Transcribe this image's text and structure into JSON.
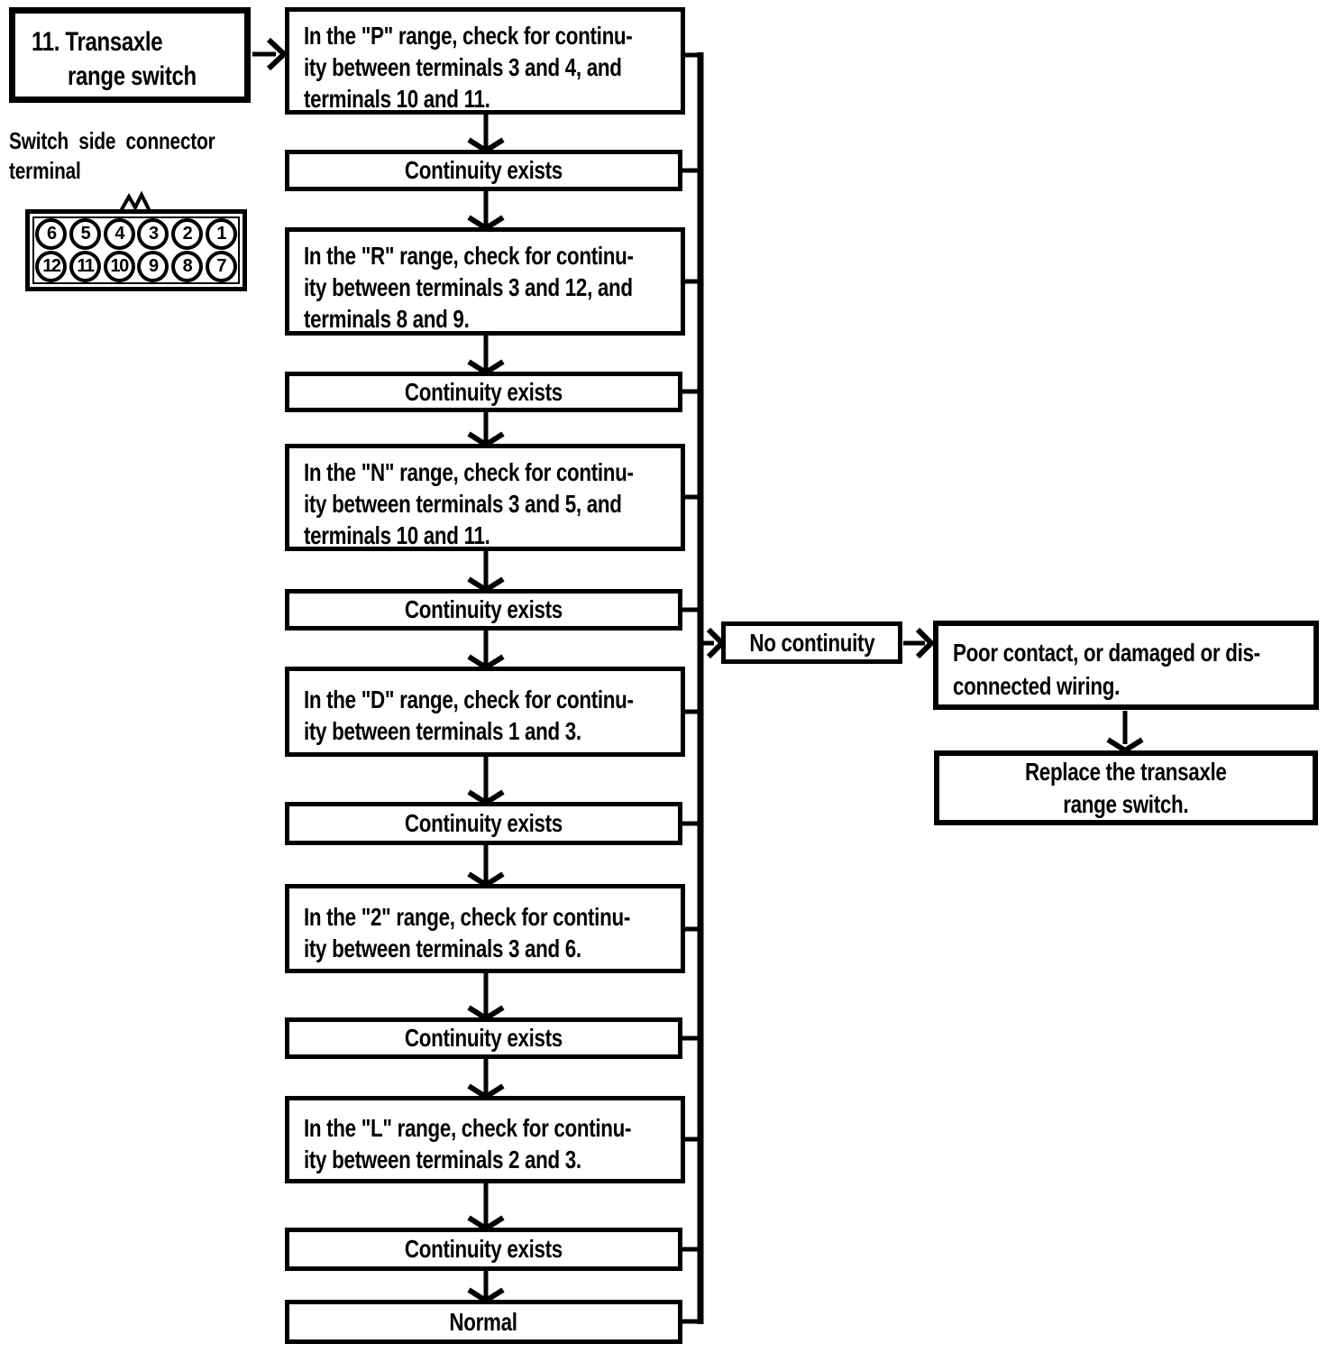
{
  "colors": {
    "ink": "#000000",
    "paper": "#ffffff"
  },
  "title_box": {
    "line1": "11. Transaxle",
    "line2": "range switch"
  },
  "connector_label": {
    "line1": "Switch side connector",
    "line2": "terminal"
  },
  "connector": {
    "top_row": [
      "6",
      "5",
      "4",
      "3",
      "2",
      "1"
    ],
    "bottom_row": [
      "12",
      "11",
      "10",
      "9",
      "8",
      "7"
    ]
  },
  "flow": {
    "steps": [
      {
        "kind": "check",
        "line1": "In the \"P\" range, check for continu-",
        "line2": "ity between terminals 3 and 4, and",
        "line3": "terminals 10 and 11."
      },
      {
        "kind": "result",
        "text": "Continuity exists"
      },
      {
        "kind": "check",
        "line1": "In the \"R\" range, check for continu-",
        "line2": "ity between terminals 3 and 12, and",
        "line3": "terminals 8 and 9."
      },
      {
        "kind": "result",
        "text": "Continuity exists"
      },
      {
        "kind": "check",
        "line1": "In the \"N\" range, check for continu-",
        "line2": "ity between terminals 3 and 5, and",
        "line3": "terminals 10 and 11."
      },
      {
        "kind": "result",
        "text": "Continuity exists"
      },
      {
        "kind": "check",
        "line1": "In the \"D\" range, check for continu-",
        "line2": "ity between terminals 1 and 3."
      },
      {
        "kind": "result",
        "text": "Continuity exists"
      },
      {
        "kind": "check",
        "line1": "In the \"2\" range, check for continu-",
        "line2": "ity between terminals 3 and 6."
      },
      {
        "kind": "result",
        "text": "Continuity exists"
      },
      {
        "kind": "check",
        "line1": "In the \"L\" range, check for continu-",
        "line2": "ity between terminals 2 and 3."
      },
      {
        "kind": "result",
        "text": "Continuity exists"
      },
      {
        "kind": "result",
        "text": "Normal"
      }
    ],
    "branch": {
      "no_continuity": "No continuity",
      "poor_contact_line1": "Poor contact, or damaged or dis-",
      "poor_contact_line2": "connected wiring.",
      "replace_line1": "Replace the transaxle",
      "replace_line2": "range switch."
    }
  }
}
